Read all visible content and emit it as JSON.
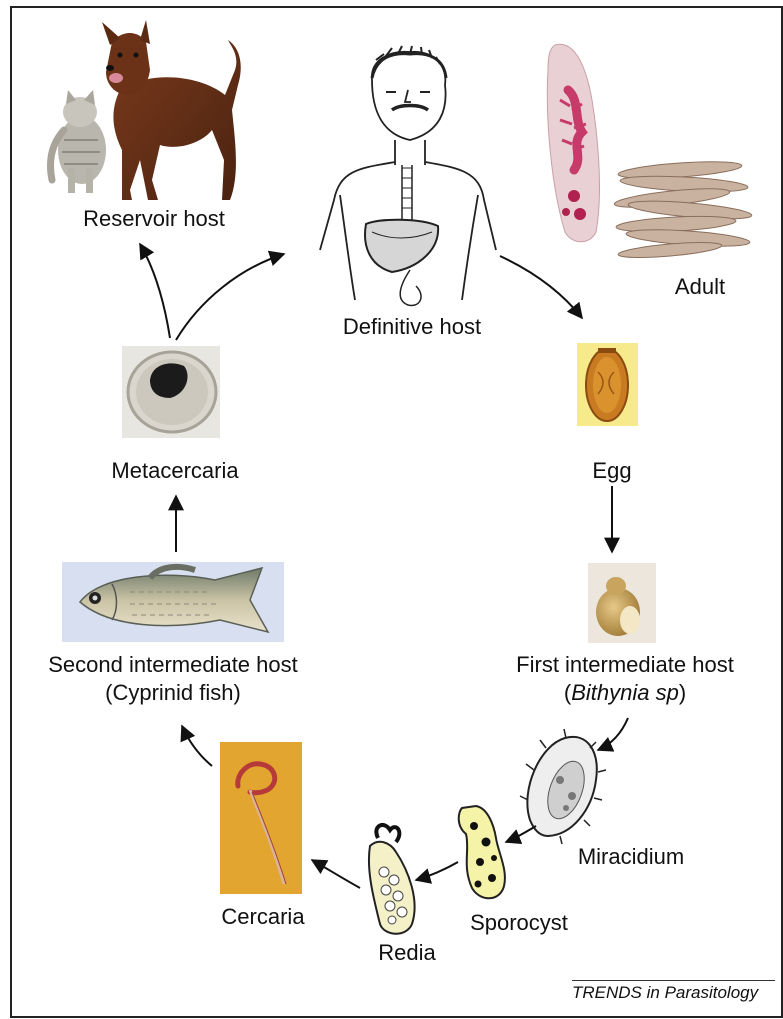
{
  "nodes": {
    "reservoir_host": "Reservoir host",
    "definitive_host": "Definitive host",
    "adult": "Adult",
    "metacercaria": "Metacercaria",
    "egg": "Egg",
    "second_intermediate_host": "Second intermediate host",
    "second_intermediate_host_detail": "(Cyprinid fish)",
    "first_intermediate_host": "First intermediate host",
    "first_intermediate_host_detail": "Bithynia sp",
    "miracidium": "Miracidium",
    "sporocyst": "Sporocyst",
    "redia": "Redia",
    "cercaria": "Cercaria"
  },
  "credit": "TRENDS in Parasitology",
  "colors": {
    "text": "#111111",
    "arrow": "#111111",
    "egg_background": "#f6ea8c",
    "cercaria_background": "#e2a630",
    "fish_background": "#d7dff0",
    "parasite_pink": "#c73b6b"
  }
}
